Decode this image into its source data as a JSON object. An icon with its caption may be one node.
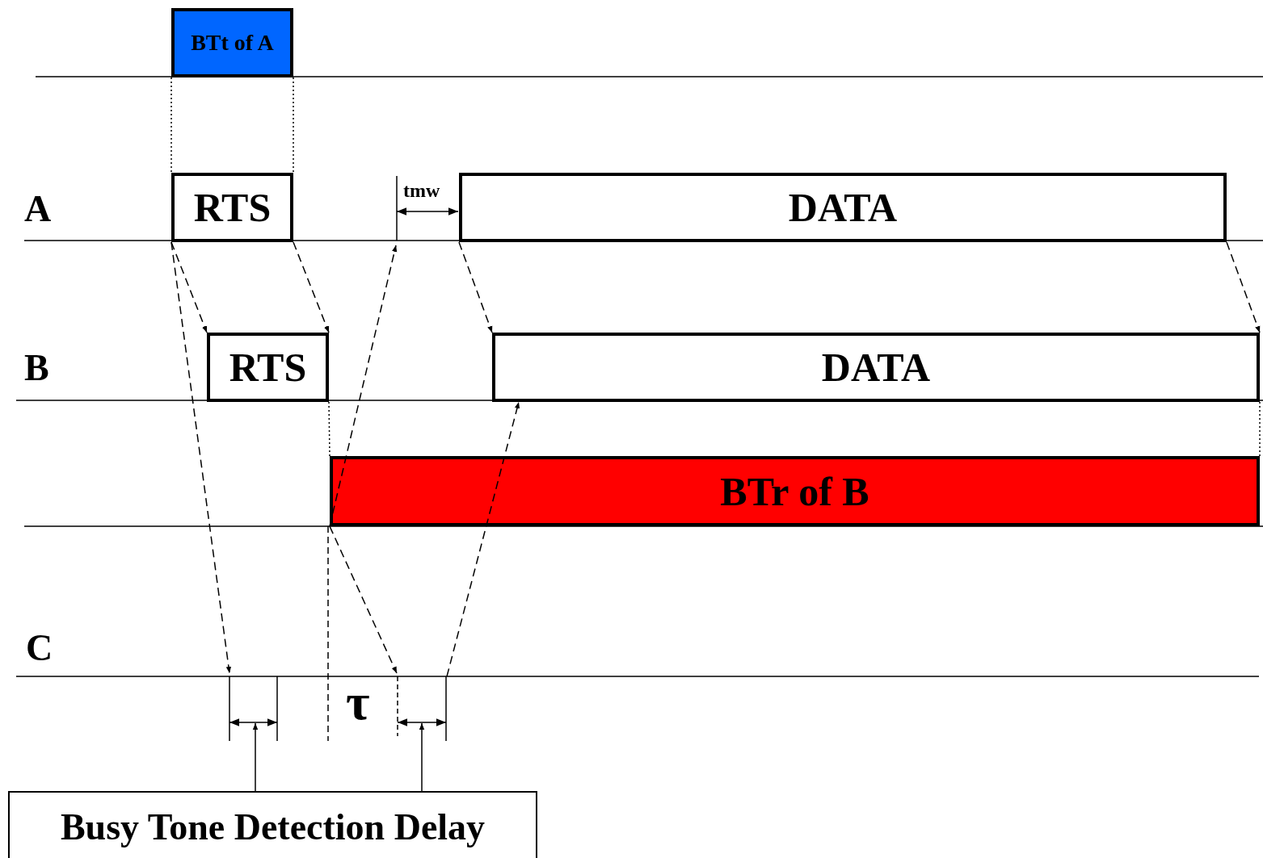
{
  "diagram": {
    "nodes": [
      {
        "text": [
          "BTt of A"
        ]
      },
      {
        "text": [
          "RTS"
        ]
      },
      {
        "text": [
          "DATA"
        ]
      },
      {
        "text": [
          "RTS"
        ]
      },
      {
        "text": [
          "DATA"
        ]
      },
      {
        "text": [
          "BTr of B"
        ]
      },
      {
        "text": [
          "Busy Tone Detection Delay"
        ]
      }
    ],
    "edges": [
      {
        "from": 0,
        "to": 1,
        "arrow": "none",
        "style": "dashed"
      },
      {
        "from": 0,
        "to": 1,
        "arrow": "none",
        "style": "dashed"
      },
      {
        "from": 1,
        "to": 3,
        "arrow": "to",
        "style": "dashed"
      },
      {
        "from": 1,
        "to": 3,
        "arrow": "to",
        "style": "dashed"
      },
      {
        "from": 1,
        "to": null,
        "arrow": "to",
        "style": "dashed"
      },
      {
        "from": 5,
        "to": null,
        "arrow": "to",
        "style": "dashed"
      },
      {
        "from": 5,
        "to": null,
        "arrow": "to",
        "style": "dashed"
      },
      {
        "from": null,
        "to": 4,
        "arrow": "to",
        "style": "dashed"
      },
      {
        "from": 2,
        "to": 4,
        "arrow": "to",
        "style": "dashed"
      },
      {
        "from": 2,
        "to": 4,
        "arrow": "to",
        "style": "dashed"
      },
      {
        "from": 6,
        "to": null,
        "arrow": "to"
      },
      {
        "from": 6,
        "to": null,
        "arrow": "to"
      },
      {
        "from": 3,
        "to": 5,
        "arrow": "none",
        "style": "dashed"
      },
      {
        "from": 4,
        "to": 5,
        "arrow": "none",
        "style": "dashed"
      }
    ],
    "labels": [
      "A",
      "tmw",
      "B",
      "C",
      "τ"
    ]
  }
}
